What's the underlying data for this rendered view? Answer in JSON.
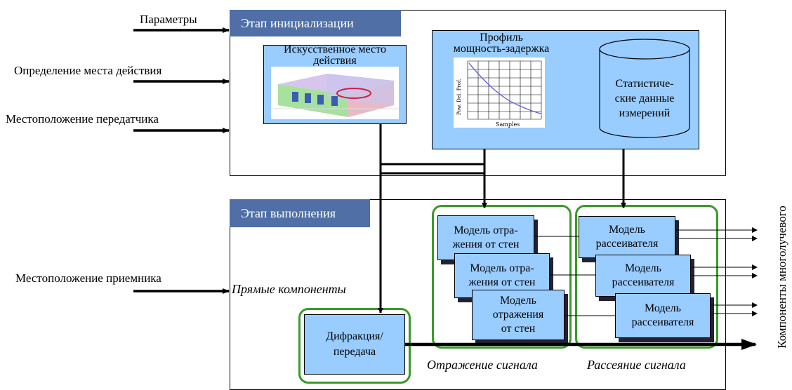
{
  "inputs": {
    "parameters": "Параметры",
    "scene_definition": "Определение места действия",
    "transmitter_location": "Местоположение передатчика",
    "receiver_location": "Местоположение приемника"
  },
  "init_stage": {
    "label": "Этап инициализации",
    "scene_box_title": "Искусственное место\nдействия",
    "profile_title": "Профиль\nмощность-задержка",
    "profile_plot_xlabel": "Samples",
    "profile_plot_ylabel": "Pow. Del. Prof.",
    "stats_label": "Статистиче-\nские данные\nизмерений"
  },
  "exec_stage": {
    "label": "Этап выполнения",
    "direct_components": "Прямые компоненты",
    "diffraction_box": "Дифракция/\nпередача",
    "reflection_models": [
      "Модель отра-\nжения от стен",
      "Модель отра-\nжения от стен",
      "Модель\nотражения\nот стен"
    ],
    "scatterer_models": [
      "Модель\nрассеивателя",
      "Модель\nрассеивателя",
      "Модель\nрассеивателя"
    ],
    "reflection_caption": "Отражение сигнала",
    "scattering_caption": "Рассеяние сигнала"
  },
  "output_label": "Компоненты многолучевого\nраспространения",
  "colors": {
    "stage_label_bg": "#4f6fa6",
    "box_fill": "#99ccff",
    "group_outline": "#3a9a2a"
  }
}
